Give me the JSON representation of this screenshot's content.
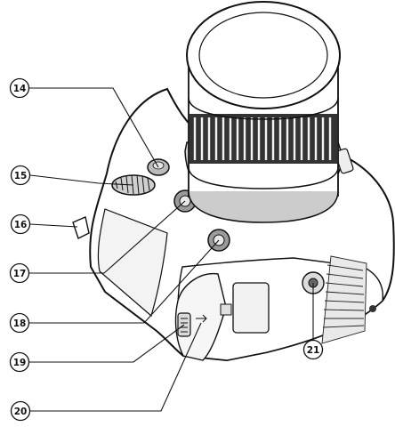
{
  "figure": {
    "callouts": [
      {
        "id": "callout-14",
        "number": "14"
      },
      {
        "id": "callout-15",
        "number": "15"
      },
      {
        "id": "callout-16",
        "number": "16"
      },
      {
        "id": "callout-17",
        "number": "17"
      },
      {
        "id": "callout-18",
        "number": "18"
      },
      {
        "id": "callout-19",
        "number": "19"
      },
      {
        "id": "callout-20",
        "number": "20"
      },
      {
        "id": "callout-21",
        "number": "21"
      }
    ]
  }
}
